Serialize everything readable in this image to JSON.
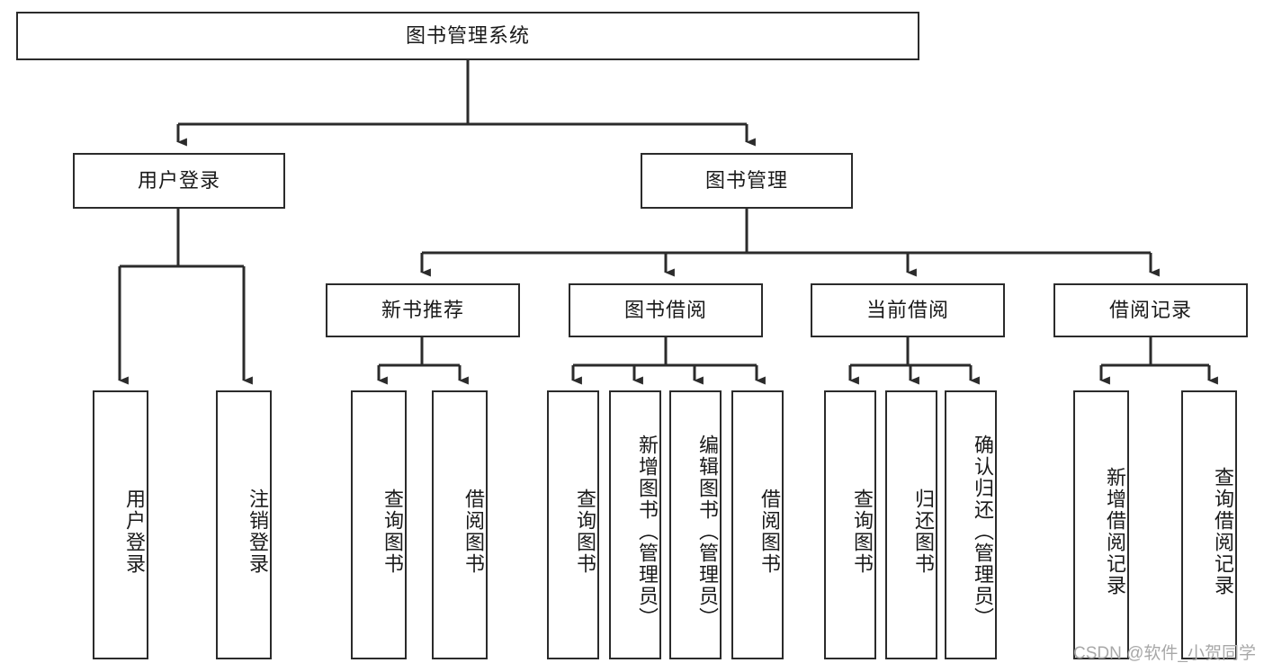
{
  "diagram": {
    "title_box": "图书管理系统",
    "watermark": "CSDN @软件_小贺同学",
    "colors": {
      "box_border": "#2b2b2b",
      "box_fill": "#ffffff",
      "connector": "#2b2b2b",
      "text": "#1a1a1a",
      "watermark": "#a8a8a8",
      "background": "#ffffff"
    },
    "level1": {
      "label": "图书管理系统"
    },
    "level2": [
      {
        "label": "用户登录"
      },
      {
        "label": "图书管理"
      }
    ],
    "level3": [
      {
        "label": "新书推荐"
      },
      {
        "label": "图书借阅"
      },
      {
        "label": "当前借阅"
      },
      {
        "label": "借阅记录"
      }
    ],
    "leaves": {
      "user_login": [
        {
          "label": "用户登录"
        },
        {
          "label": "注销登录"
        }
      ],
      "new_book_recommend": [
        {
          "label": "查询图书"
        },
        {
          "label": "借阅图书"
        }
      ],
      "book_borrow": [
        {
          "label": "查询图书"
        },
        {
          "label": "新增图书（管理员）"
        },
        {
          "label": "编辑图书（管理员）"
        },
        {
          "label": "借阅图书"
        }
      ],
      "current_borrow": [
        {
          "label": "查询图书"
        },
        {
          "label": "归还图书"
        },
        {
          "label": "确认归还（管理员）"
        }
      ],
      "borrow_record": [
        {
          "label": "新增借阅记录"
        },
        {
          "label": "查询借阅记录"
        }
      ]
    }
  }
}
